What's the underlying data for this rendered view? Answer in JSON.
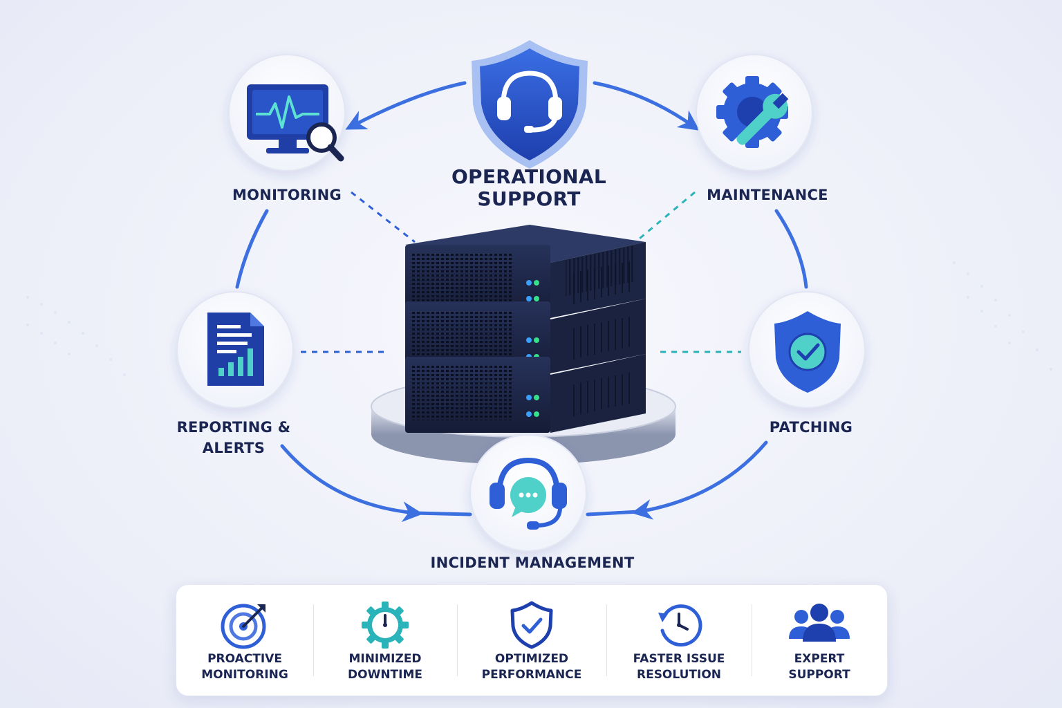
{
  "title": {
    "line1": "OPERATIONAL",
    "line2": "SUPPORT"
  },
  "nodes": {
    "monitoring": "MONITORING",
    "maintenance": "MAINTENANCE",
    "reporting": {
      "line1": "REPORTING &",
      "line2": "ALERTS"
    },
    "patching": "PATCHING",
    "incident": "INCIDENT MANAGEMENT"
  },
  "benefits": [
    {
      "line1": "PROACTIVE",
      "line2": "MONITORING",
      "icon": "target-icon"
    },
    {
      "line1": "MINIMIZED",
      "line2": "DOWNTIME",
      "icon": "stopwatch-gear-icon"
    },
    {
      "line1": "OPTIMIZED",
      "line2": "PERFORMANCE",
      "icon": "shield-check-icon"
    },
    {
      "line1": "FASTER ISSUE",
      "line2": "RESOLUTION",
      "icon": "clock-arrow-icon"
    },
    {
      "line1": "EXPERT",
      "line2": "SUPPORT",
      "icon": "team-icon"
    }
  ],
  "colors": {
    "navy": "#1a2552",
    "primary_blue": "#2f5fd6",
    "ring_blue": "#3c6fe0",
    "teal": "#2ab3b8",
    "server_dark": "#1c2544",
    "led_green": "#37e08a",
    "led_blue": "#3aa0ff"
  }
}
